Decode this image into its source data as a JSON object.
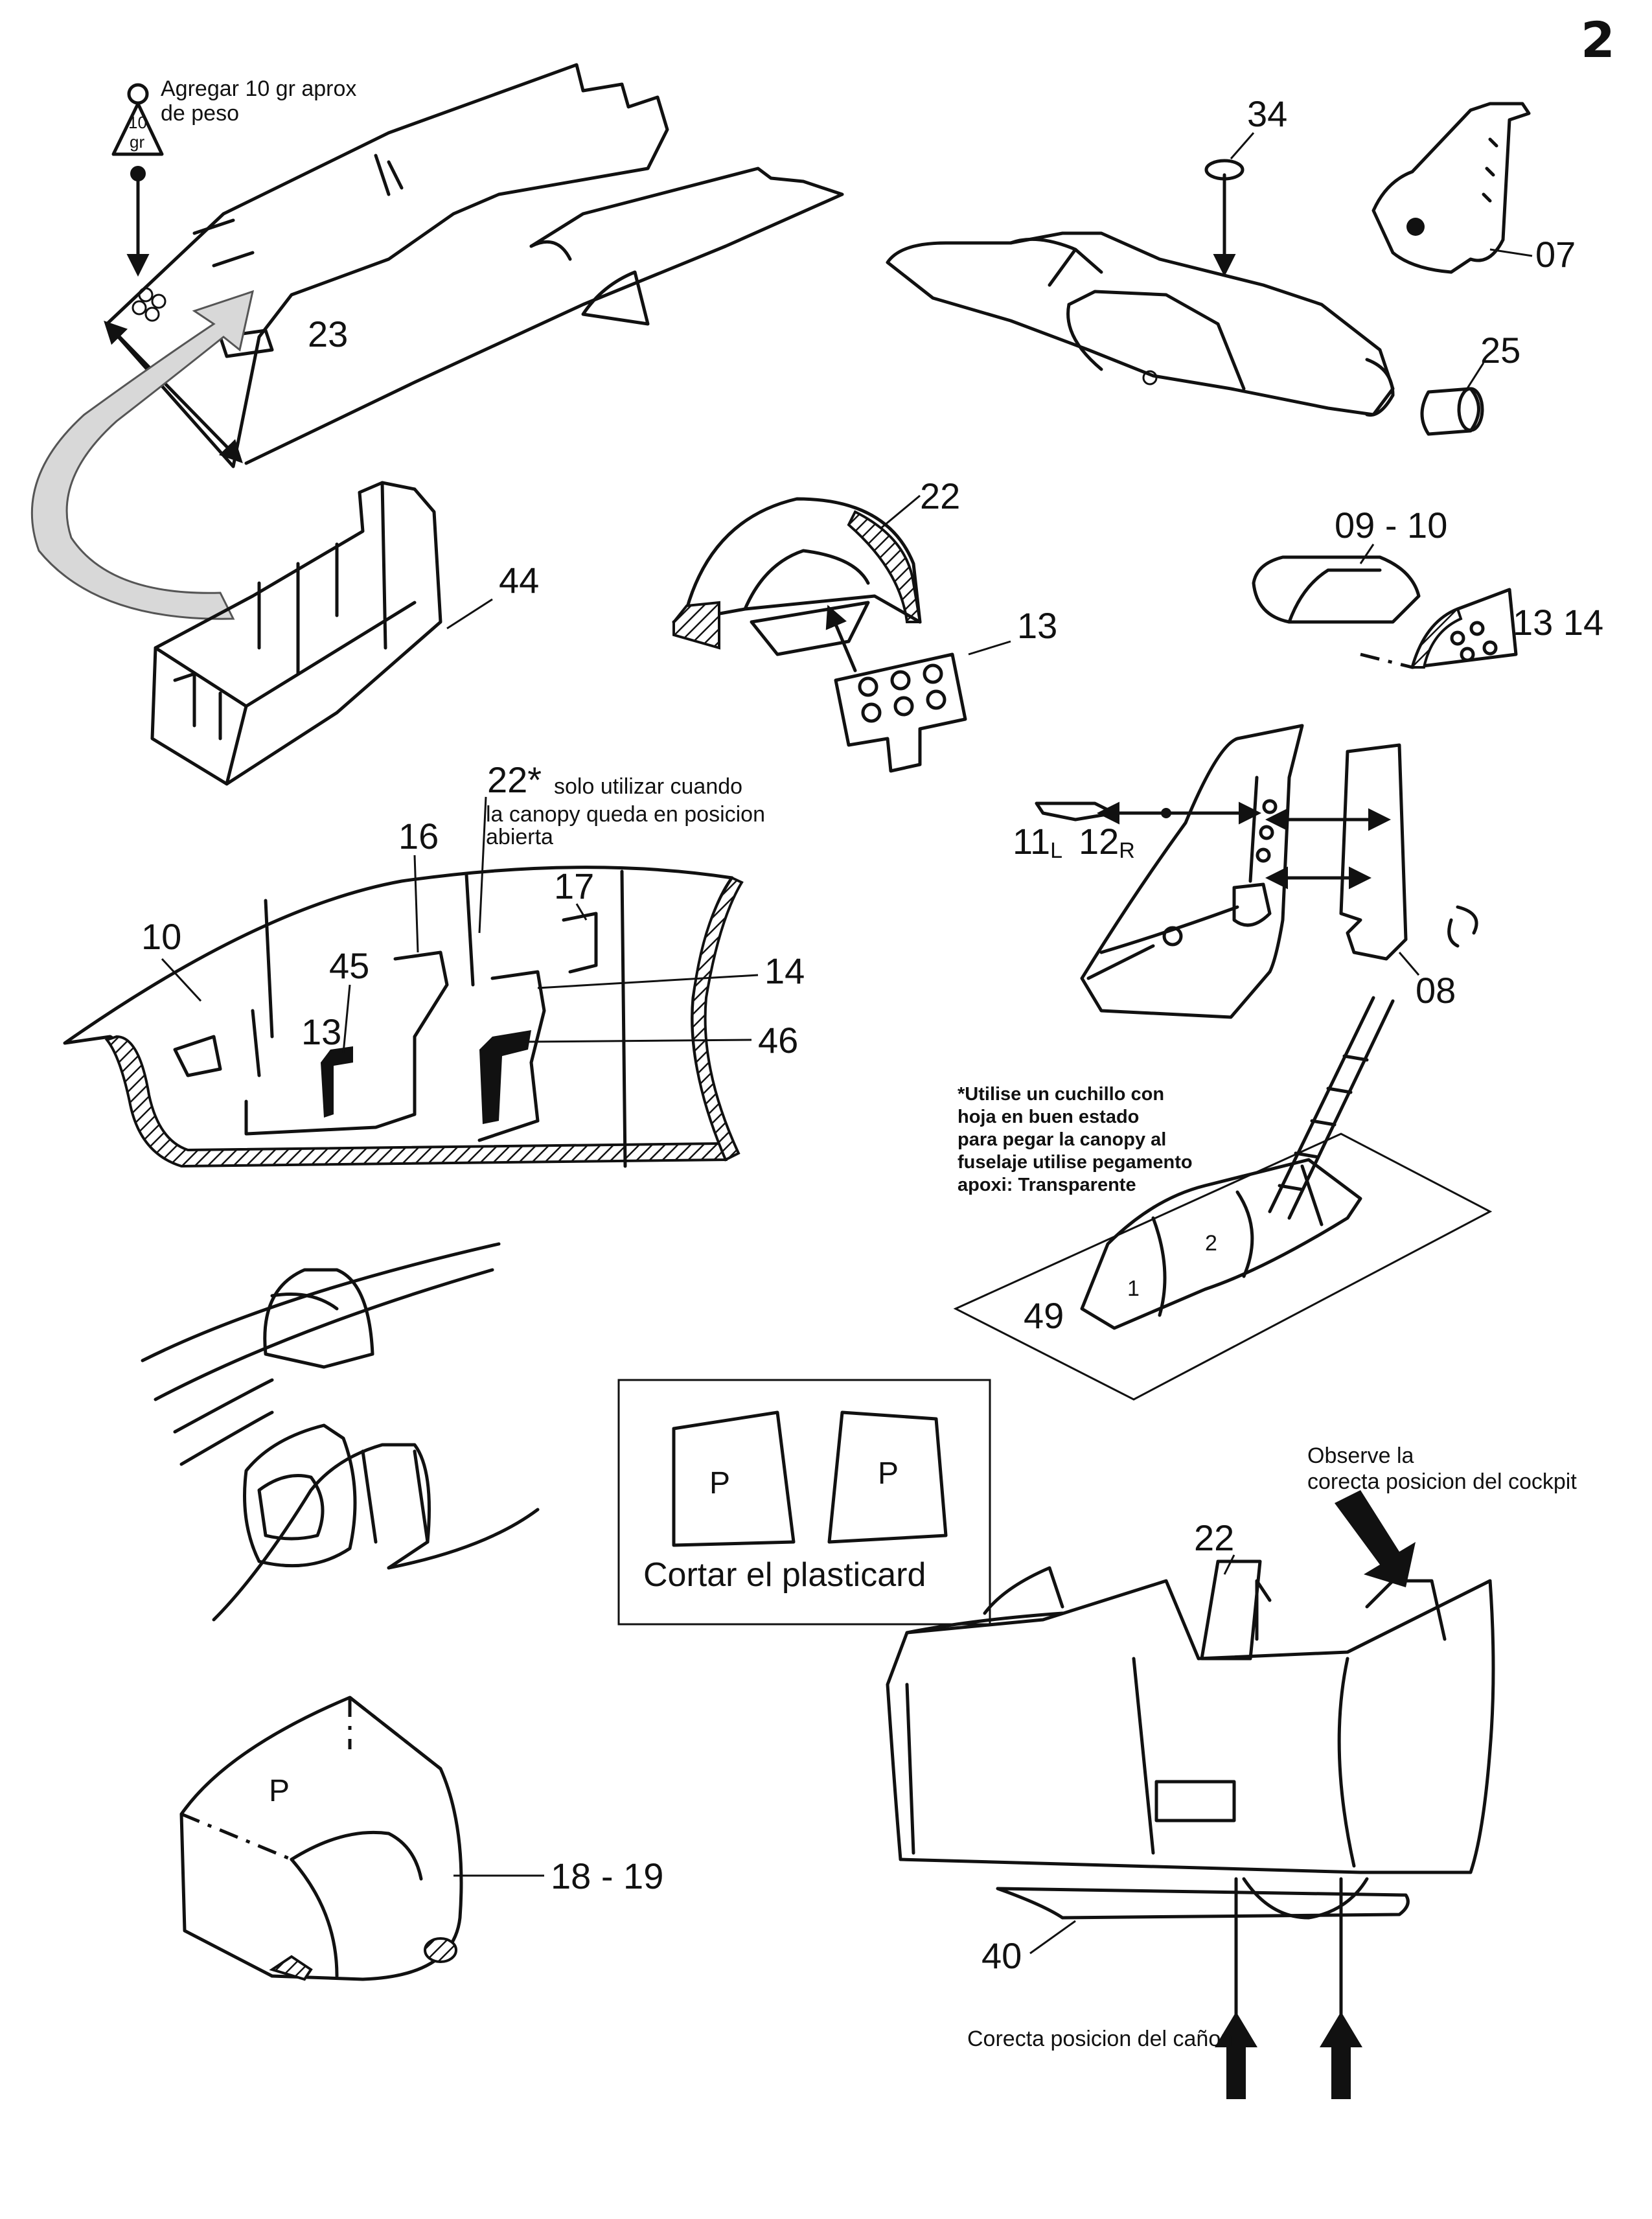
{
  "page_number": "2",
  "notes": {
    "weight_note": [
      "Agregar 10 gr aprox",
      "de peso"
    ],
    "weight_mark": [
      "10",
      "gr"
    ],
    "canopy_note": [
      "solo utilizar cuando",
      "la canopy queda en posicion",
      "abierta"
    ],
    "knife_note": [
      "*Utilise un cuchillo con",
      "hoja en buen estado",
      "para pegar la canopy al",
      "fuselaje utilise pegamento",
      "apoxi: Transparente"
    ],
    "cockpit_note": [
      "Observe la",
      "corecta posicion del cockpit"
    ],
    "cannon_note": "Corecta posicion del cañon",
    "plasticard_caption": "Cortar el plasticard",
    "plasticard_mark": "P"
  },
  "parts": {
    "p23": "23",
    "p34": "34",
    "p07": "07",
    "p25": "25",
    "p44": "44",
    "p22": "22",
    "p13": "13",
    "p09_10": "09 - 10",
    "p13_14": "13 14",
    "p22_star": "22*",
    "p16": "16",
    "p17": "17",
    "p10": "10",
    "p45": "45",
    "p14": "14",
    "p46": "46",
    "p11": "11",
    "p11_sub": "L",
    "p12": "12",
    "p12_sub": "R",
    "p08": "08",
    "p49": "49",
    "p18_19": "18 - 19",
    "p40": "40",
    "seat1": "1",
    "seat2": "2"
  }
}
